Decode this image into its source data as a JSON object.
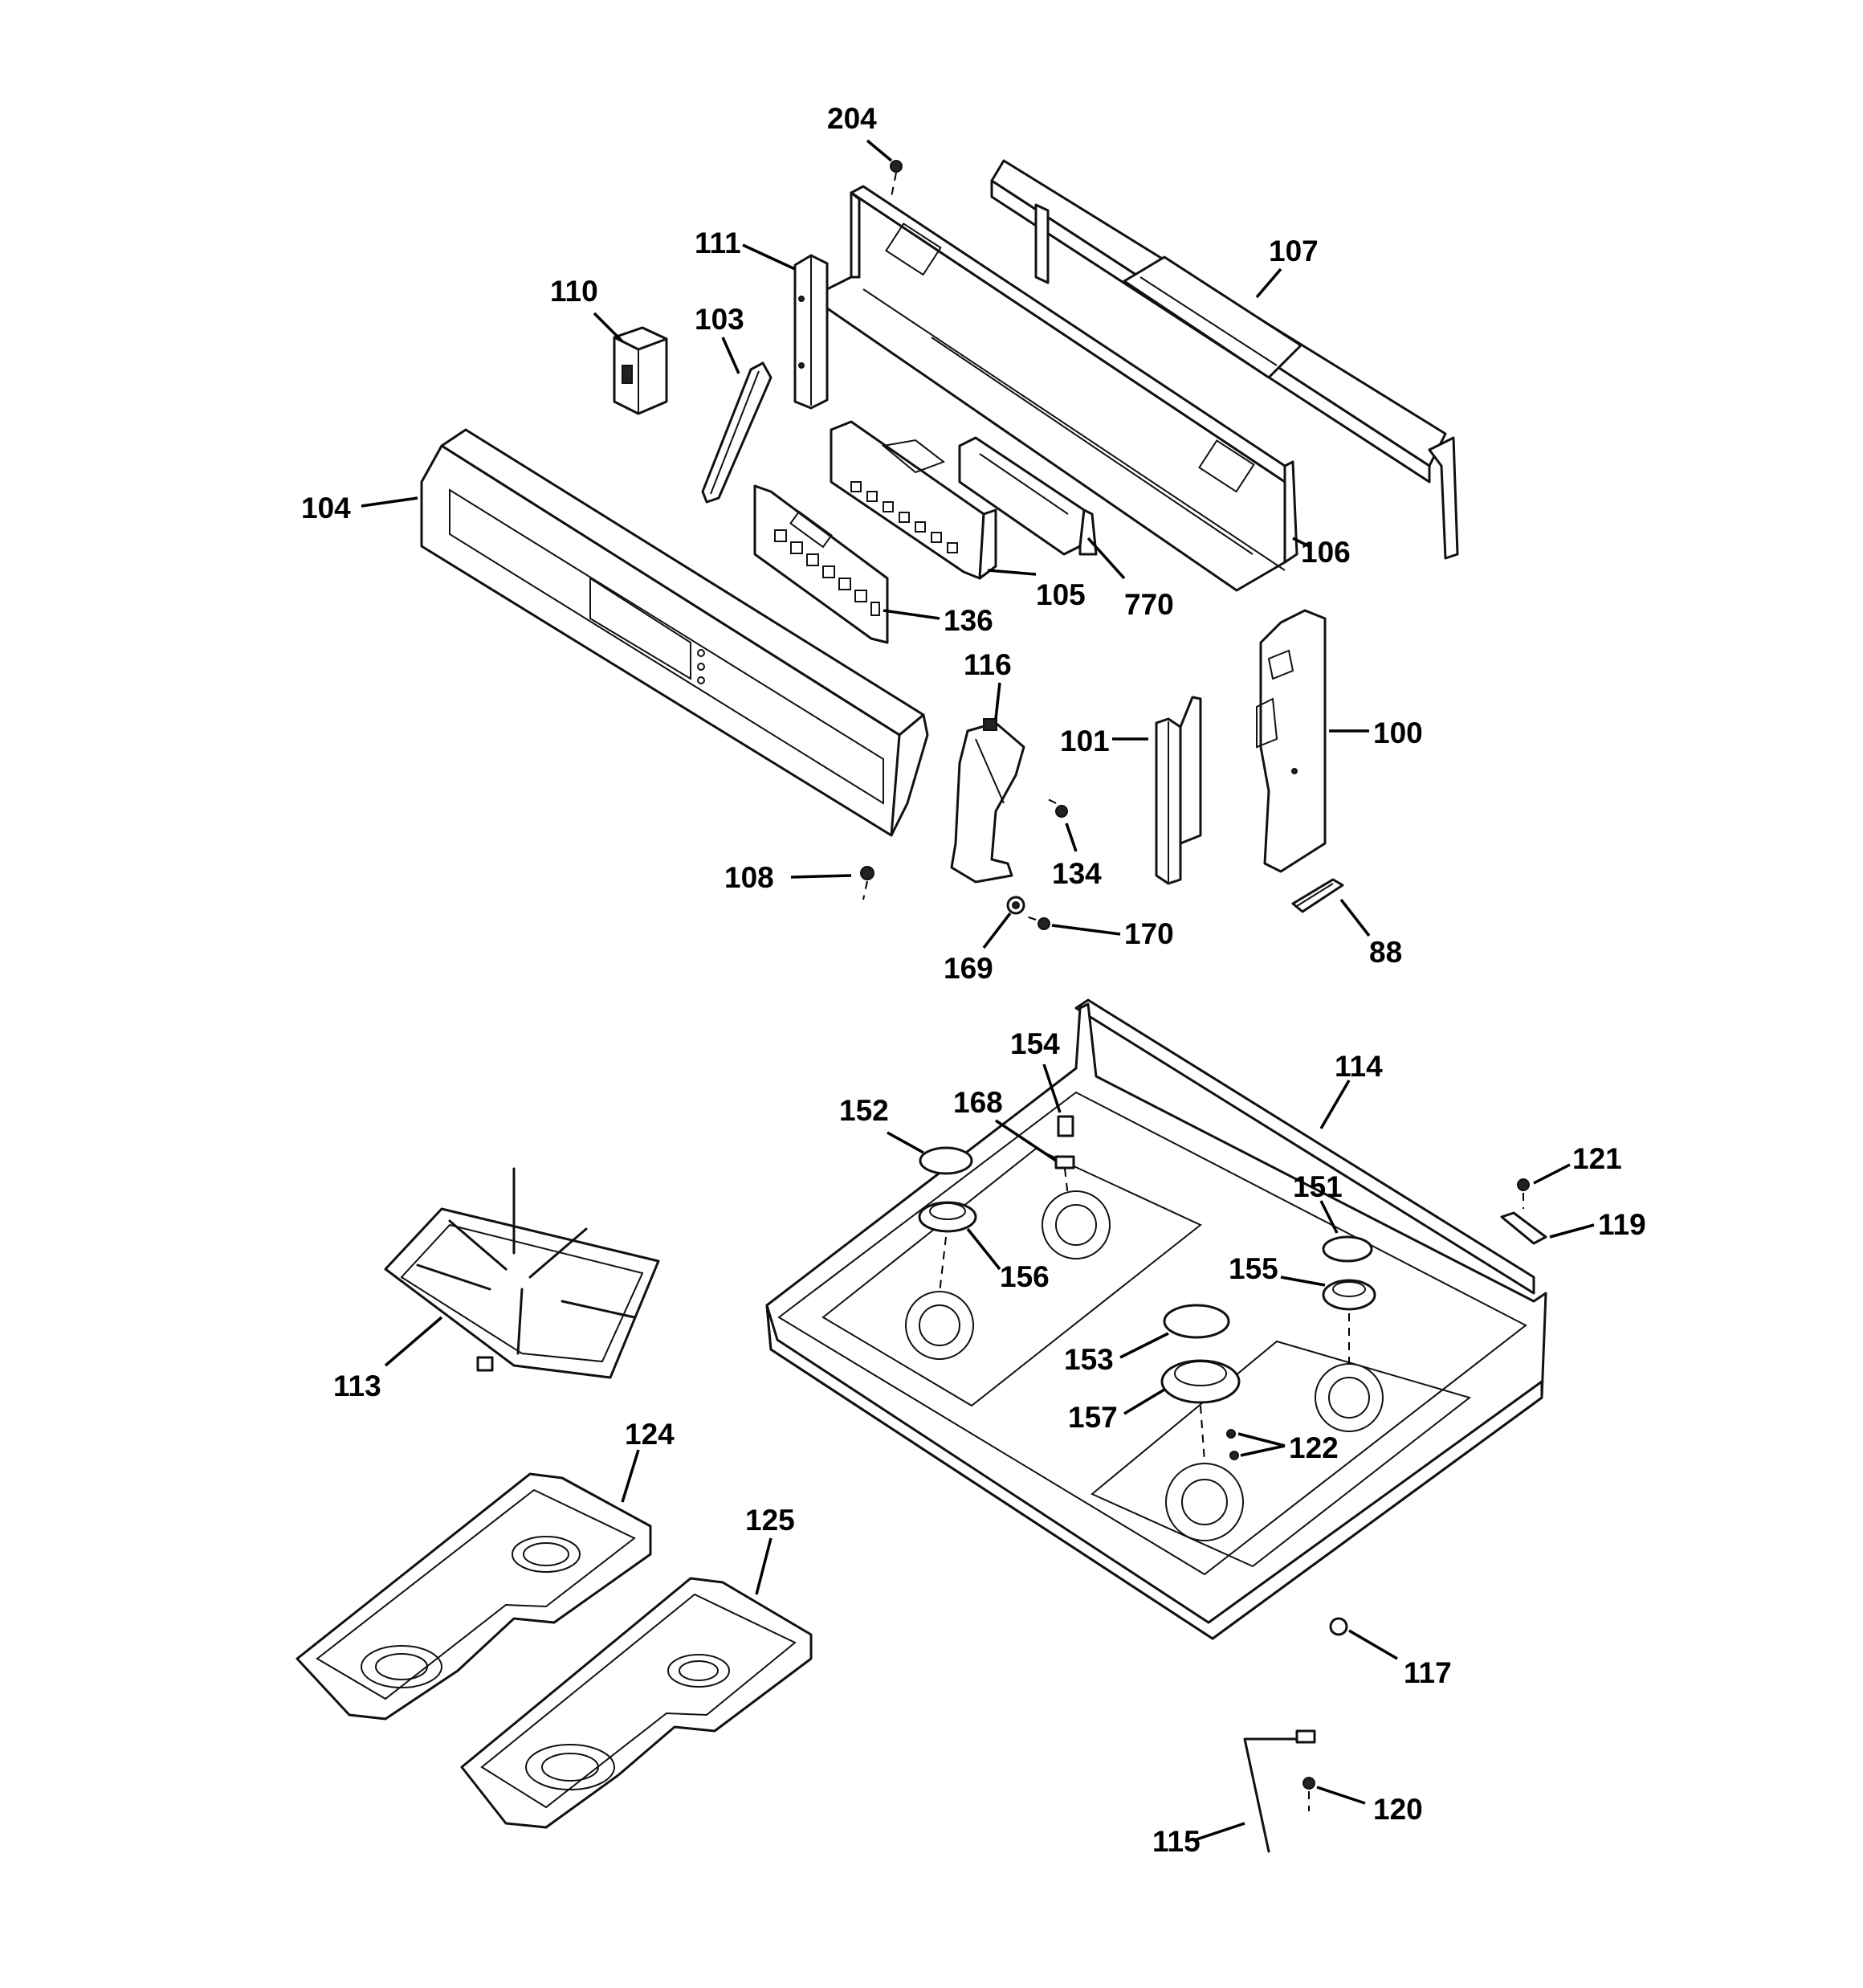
{
  "diagram": {
    "type": "exploded parts diagram",
    "callouts": {
      "c204": "204",
      "c111": "111",
      "c107": "107",
      "c110": "110",
      "c103": "103",
      "c104": "104",
      "c106": "106",
      "c105": "105",
      "c770": "770",
      "c136": "136",
      "c116": "116",
      "c101": "101",
      "c100": "100",
      "c108": "108",
      "c134": "134",
      "c170": "170",
      "c169": "169",
      "c88": "88",
      "c154": "154",
      "c114": "114",
      "c152": "152",
      "c168": "168",
      "c121": "121",
      "c151": "151",
      "c119": "119",
      "c156": "156",
      "c155": "155",
      "c113": "113",
      "c153": "153",
      "c157": "157",
      "c122": "122",
      "c124": "124",
      "c125": "125",
      "c117": "117",
      "c120": "120",
      "c115": "115"
    }
  }
}
